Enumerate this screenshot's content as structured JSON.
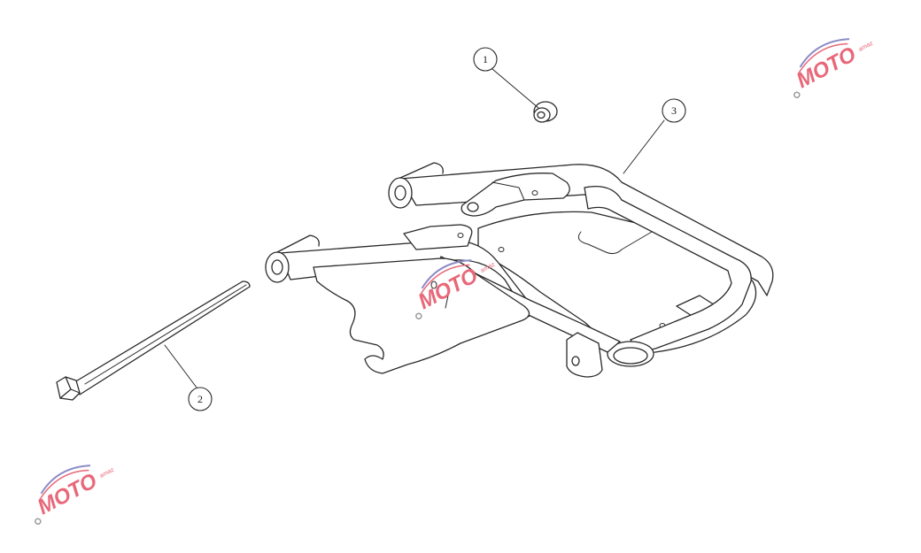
{
  "diagram": {
    "callouts": [
      {
        "id": "callout-1",
        "label": "1"
      },
      {
        "id": "callout-2",
        "label": "2"
      },
      {
        "id": "callout-3",
        "label": "3"
      }
    ],
    "watermark": {
      "brand": "MOTO",
      "tagline": "amaz",
      "colors": {
        "primary": "#e8687a",
        "secondary": "#8c8cc8",
        "gear": "#9a9a9a"
      }
    }
  }
}
